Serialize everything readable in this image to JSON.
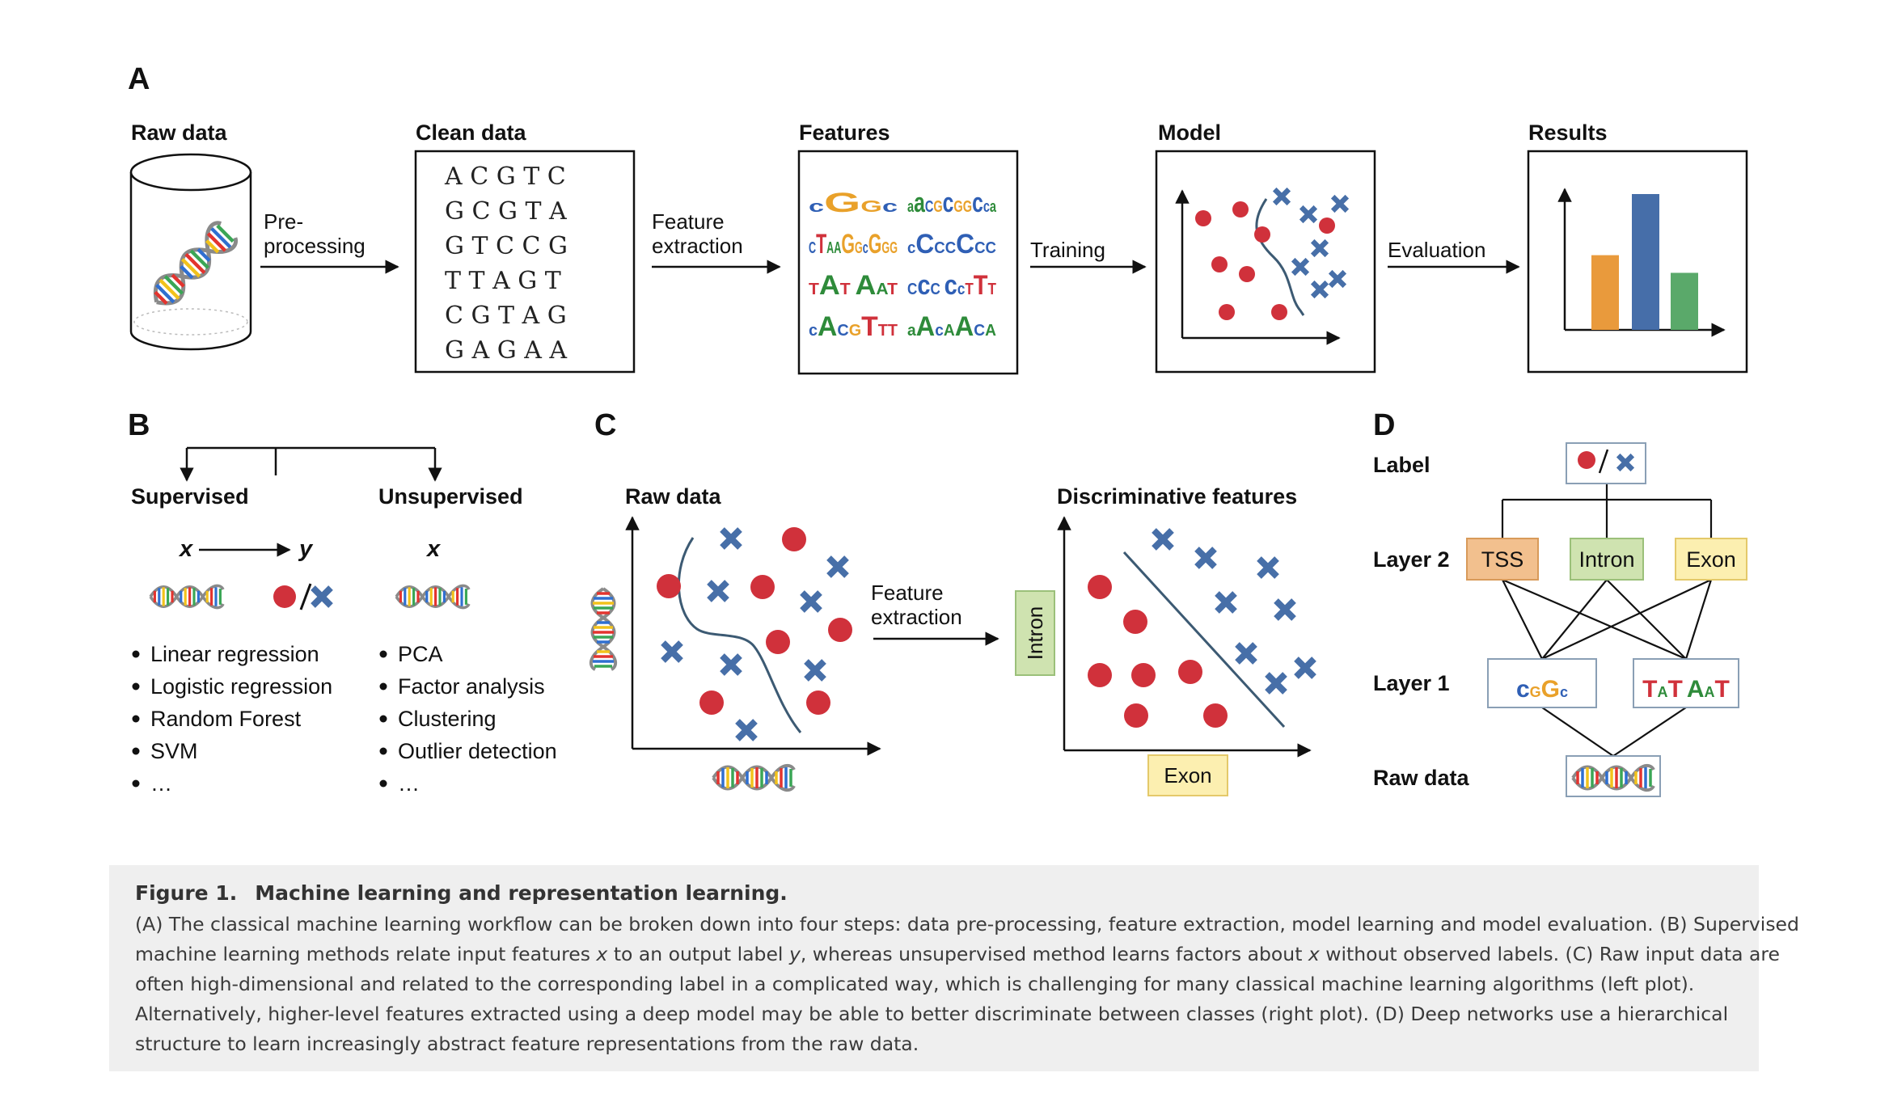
{
  "panel_a": {
    "letter": "A",
    "stages": [
      "Raw data",
      "Clean data",
      "Features",
      "Model",
      "Results"
    ],
    "arrows": [
      [
        "Pre-",
        "processing"
      ],
      [
        "Feature",
        "extraction"
      ],
      [
        "Training"
      ],
      [
        "Evaluation"
      ]
    ],
    "clean_data_rows": [
      "A C G T C",
      "G C G T A",
      "G T C C G",
      "T T A G T",
      "C G T A G",
      "G A G A A"
    ],
    "motif_logos": [
      [
        "cGGc",
        "aaCGcGGcca"
      ],
      [
        "CTAAGGcGGG",
        "cCCCCCC"
      ],
      [
        "TAT AAT",
        "CcC ccTTT"
      ],
      [
        "cACGTTT",
        "aAcAACA"
      ]
    ],
    "result_bars": [
      {
        "value": 0.55,
        "color": "#e99a3c"
      },
      {
        "value": 1.0,
        "color": "#466ea9"
      },
      {
        "value": 0.42,
        "color": "#5aa96a"
      }
    ]
  },
  "panel_b": {
    "letter": "B",
    "supervised": {
      "title": "Supervised",
      "x": "x",
      "y": "y",
      "methods": [
        "Linear regression",
        "Logistic regression",
        "Random Forest",
        "SVM",
        "…"
      ]
    },
    "unsupervised": {
      "title": "Unsupervised",
      "x": "x",
      "methods": [
        "PCA",
        "Factor analysis",
        "Clustering",
        "Outlier detection",
        "…"
      ]
    }
  },
  "panel_c": {
    "letter": "C",
    "left_title": "Raw data",
    "arrow_label": [
      "Feature",
      "extraction"
    ],
    "right_title": "Discriminative features",
    "y_axis_label": "Intron",
    "x_axis_label": "Exon"
  },
  "panel_d": {
    "letter": "D",
    "rows": [
      "Label",
      "Layer 2",
      "Layer 1",
      "Raw data"
    ],
    "layer2_nodes": [
      {
        "label": "TSS",
        "fill": "#f2c08e",
        "stroke": "#d89a5a"
      },
      {
        "label": "Intron",
        "fill": "#cfe3b0",
        "stroke": "#9bc07a"
      },
      {
        "label": "Exon",
        "fill": "#fcefb0",
        "stroke": "#e4c96a"
      }
    ],
    "layer1_logos": [
      "cGGc",
      "TAT AAT"
    ]
  },
  "colors": {
    "red_dot": "#d0313b",
    "blue_cross": "#476fa8",
    "curve": "#3c5a73"
  },
  "caption": {
    "number": "Figure 1.",
    "title": "Machine learning and representation learning.",
    "lines": [
      "(A) The classical machine learning workflow can be broken down into four steps: data pre-processing, feature extraction, model learning and model evaluation. (B) Supervised",
      "machine learning methods relate input features x to an output label y, whereas unsupervised method learns factors about x without observed labels. (C) Raw input data are",
      "often high-dimensional and related to the corresponding label in a complicated way, which is challenging for many classical machine learning algorithms (left plot).",
      "Alternatively, higher-level features extracted using a deep model may be able to better discriminate between classes (right plot). (D) Deep networks use a hierarchical",
      "structure to learn increasingly abstract feature representations from the raw data."
    ]
  }
}
